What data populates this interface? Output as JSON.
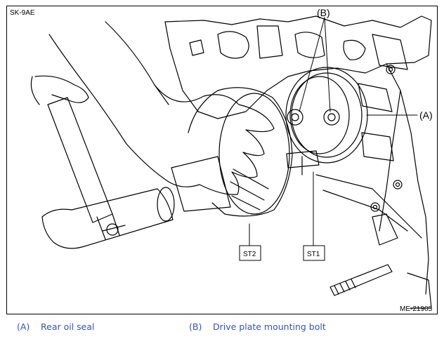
{
  "figure": {
    "id_label": "SK-9AE",
    "ref_code": "ME-21905",
    "callouts": {
      "a": "(A)",
      "b": "(B)",
      "st1": "ST1",
      "st2": "ST2"
    }
  },
  "legend": [
    {
      "key": "(A)",
      "text": "Rear oil seal"
    },
    {
      "key": "(B)",
      "text": "Drive plate mounting bolt"
    }
  ],
  "colors": {
    "caption": "#3a55a8",
    "line": "#000000"
  }
}
